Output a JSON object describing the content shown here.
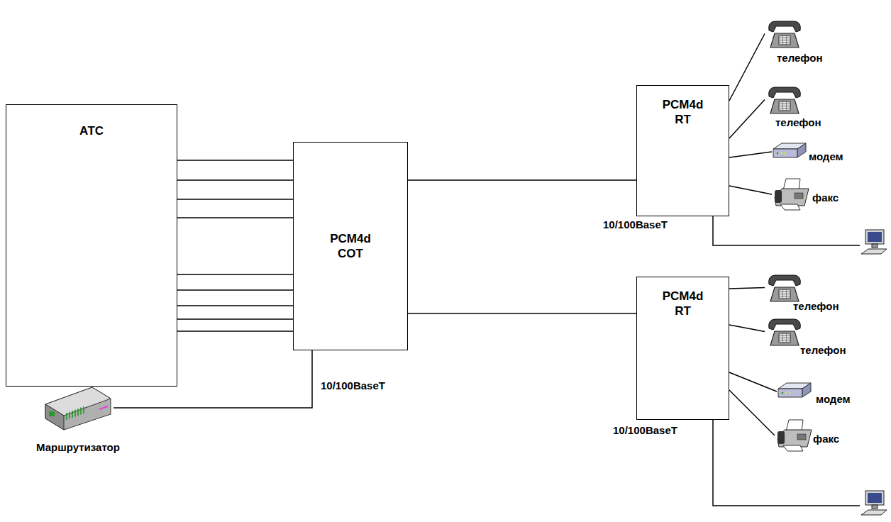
{
  "diagram": {
    "nodes": [
      {
        "text": [
          "АТС"
        ]
      },
      {
        "text": [
          "PCM4d COT"
        ]
      },
      {
        "text": [
          "PCM4d RT"
        ]
      },
      {
        "text": [
          "телефон"
        ]
      },
      {
        "text": [
          "телефон"
        ]
      },
      {
        "text": [
          "модем"
        ]
      },
      {
        "text": [
          "факс"
        ]
      },
      {
        "text": [
          "PCM4d RT"
        ]
      },
      {
        "text": [
          "телефон"
        ]
      },
      {
        "text": [
          "телефон"
        ]
      },
      {
        "text": [
          "модем"
        ]
      },
      {
        "text": [
          "факс"
        ]
      },
      {
        "text": [
          "Маршрутизатор"
        ]
      }
    ],
    "edges": [
      {
        "from": 0,
        "to": 1,
        "arrow": "none"
      },
      {
        "from": 0,
        "to": 1,
        "arrow": "none"
      },
      {
        "from": 0,
        "to": 1,
        "arrow": "none"
      },
      {
        "from": 0,
        "to": 1,
        "arrow": "none"
      },
      {
        "from": 0,
        "to": 1,
        "arrow": "none"
      },
      {
        "from": 0,
        "to": 1,
        "arrow": "none"
      },
      {
        "from": 0,
        "to": 1,
        "arrow": "none"
      },
      {
        "from": 0,
        "to": 1,
        "arrow": "none"
      },
      {
        "from": 0,
        "to": 1,
        "arrow": "none"
      },
      {
        "from": 1,
        "to": 2,
        "arrow": "none"
      },
      {
        "from": 1,
        "to": 7,
        "arrow": "none"
      },
      {
        "from": 2,
        "to": 3,
        "arrow": "none"
      },
      {
        "from": 2,
        "to": 4,
        "arrow": "none"
      },
      {
        "from": 2,
        "to": 5,
        "arrow": "none"
      },
      {
        "from": 2,
        "to": 6,
        "arrow": "none"
      },
      {
        "from": 7,
        "to": 8,
        "arrow": "none"
      },
      {
        "from": 7,
        "to": 9,
        "arrow": "none"
      },
      {
        "from": 7,
        "to": 10,
        "arrow": "none"
      },
      {
        "from": 7,
        "to": 11,
        "arrow": "none"
      },
      {
        "from": 1,
        "to": 12,
        "label": "10/100BaseT",
        "arrow": "none"
      }
    ],
    "labels": [
      "10/100BaseT",
      "10/100BaseT"
    ]
  }
}
